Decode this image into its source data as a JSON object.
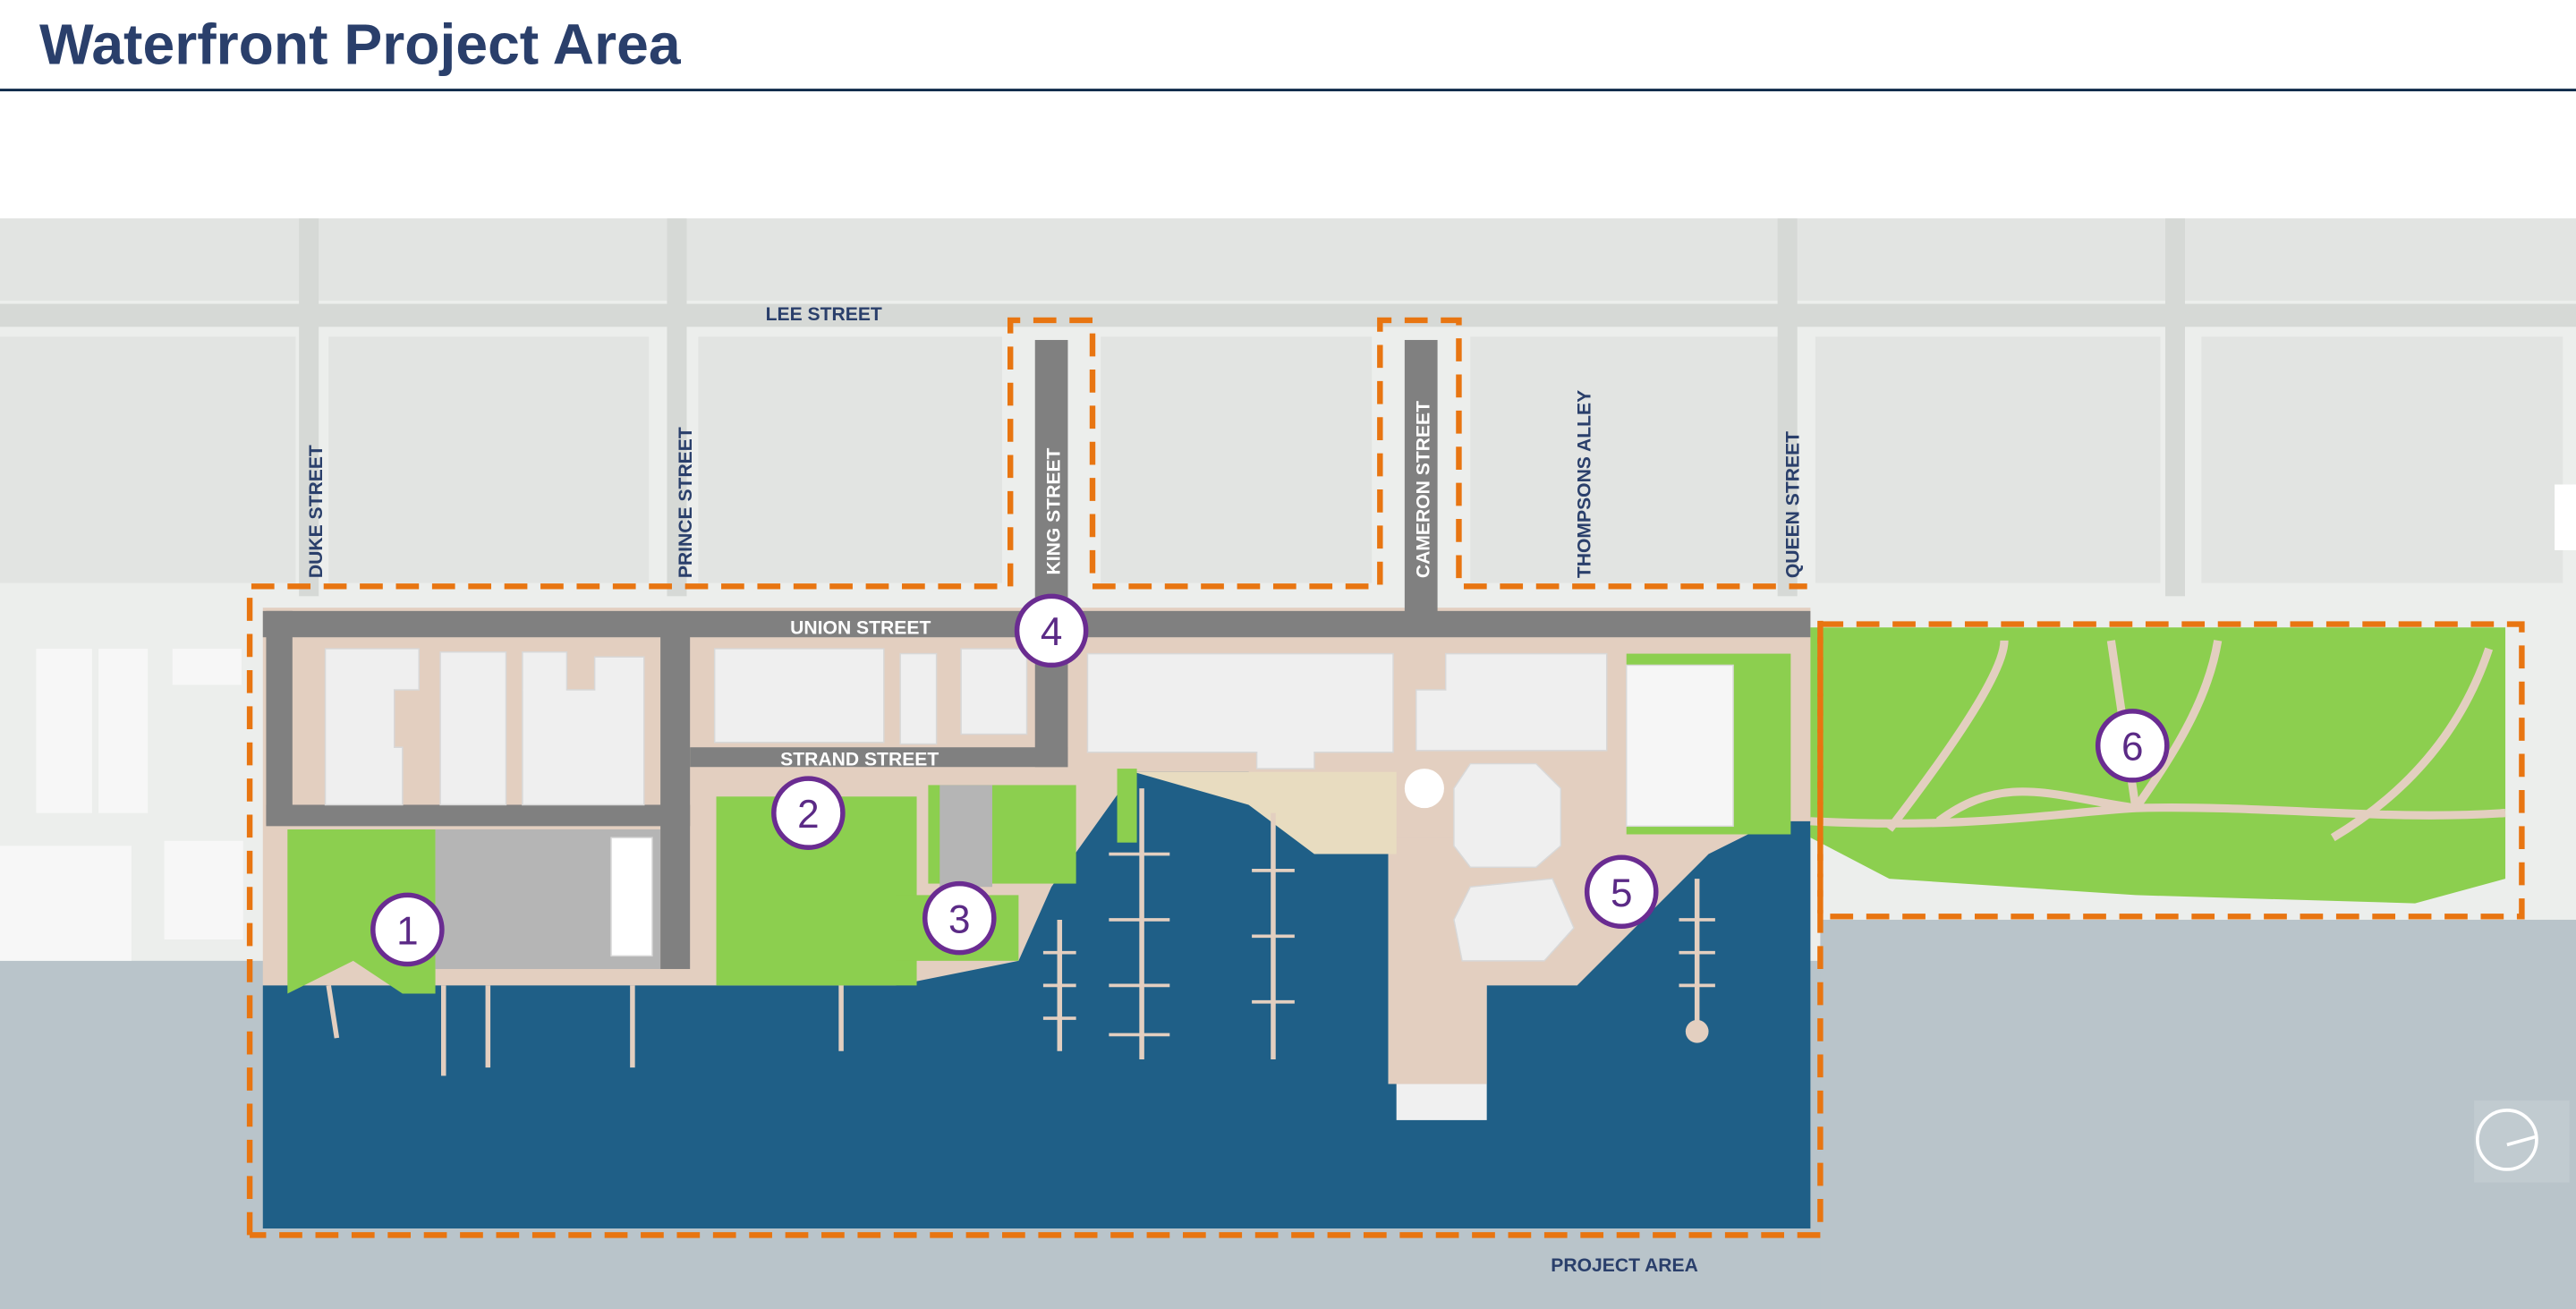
{
  "header": {
    "title": "Waterfront Project Area"
  },
  "map": {
    "streets": {
      "lee": "LEE STREET",
      "duke": "DUKE STREET",
      "prince": "PRINCE STREET",
      "king": "KING STREET",
      "cameron": "CAMERON STREET",
      "thompsons": "THOMPSONS ALLEY",
      "queen": "QUEEN STREET",
      "union": "UNION STREET",
      "strand": "STRAND STREET"
    },
    "legend": {
      "project_area": "PROJECT AREA"
    },
    "markers": [
      "1",
      "2",
      "3",
      "4",
      "5",
      "6"
    ],
    "colors": {
      "boundary": "#e87511",
      "marker": "#6a2c91",
      "water": "#1f5f87",
      "park": "#8ccf4f",
      "land": "#e3cfc0",
      "road": "#808080"
    }
  }
}
